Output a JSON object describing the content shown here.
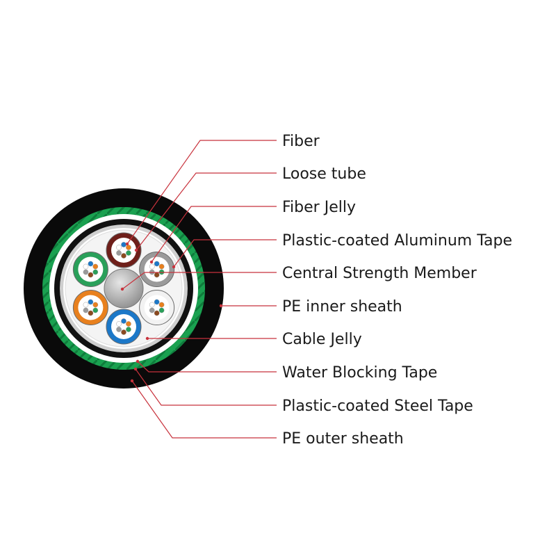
{
  "labels": [
    "Fiber",
    "Loose tube",
    "Fiber Jelly",
    "Plastic-coated Aluminum Tape",
    "Central Strength Member",
    "PE inner sheath",
    "Cable Jelly",
    "Water Blocking Tape",
    "Plastic-coated Steel Tape",
    "PE outer sheath"
  ],
  "colors": {
    "leader_line": "#c8323c",
    "outer_sheath": "#0a0a0a",
    "steel_tape": "#1aa150",
    "inner_sheath": "#111111",
    "cable_jelly": "#f7f7f7",
    "strength_member": "#b8b8b8"
  },
  "tubes": [
    {
      "name": "brown",
      "color": "#6e1f1a"
    },
    {
      "name": "gray",
      "color": "#9a9a9a"
    },
    {
      "name": "white",
      "color": "#f2f2f2"
    },
    {
      "name": "blue",
      "color": "#1c78c8"
    },
    {
      "name": "orange",
      "color": "#e8801e"
    },
    {
      "name": "green",
      "color": "#2aa05a"
    }
  ],
  "fiber_colors": [
    "#1c78c8",
    "#e8801e",
    "#2aa05a",
    "#8b4a20",
    "#9a9a9a",
    "#ffffff"
  ]
}
